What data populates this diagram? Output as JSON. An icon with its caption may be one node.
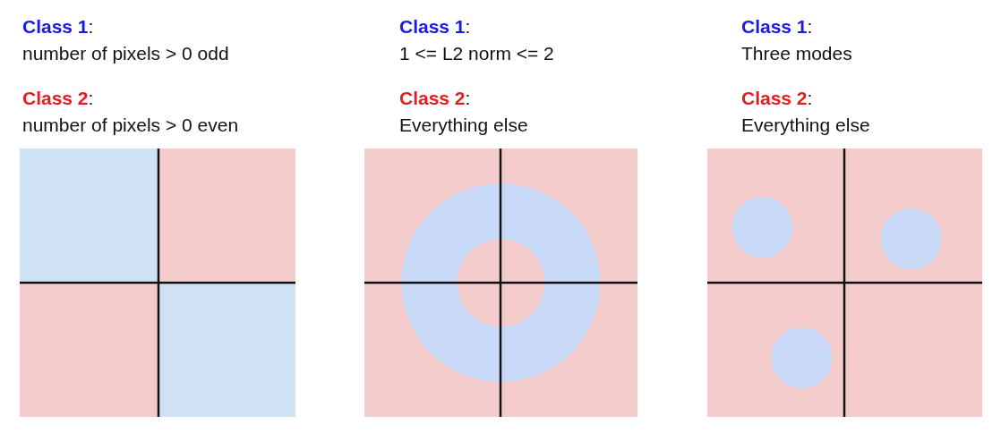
{
  "diagram": {
    "labels": [
      "**Class 1**:",
      "number of pixels > 0 odd",
      "**Class 2**:",
      "number of pixels > 0 even",
      "**Class 1**:",
      "1 <= L2 norm <= 2",
      "**Class 2**:",
      "Everything else",
      "**Class 1**:",
      "Three modes",
      "**Class 2**:",
      "Everything else"
    ]
  }
}
